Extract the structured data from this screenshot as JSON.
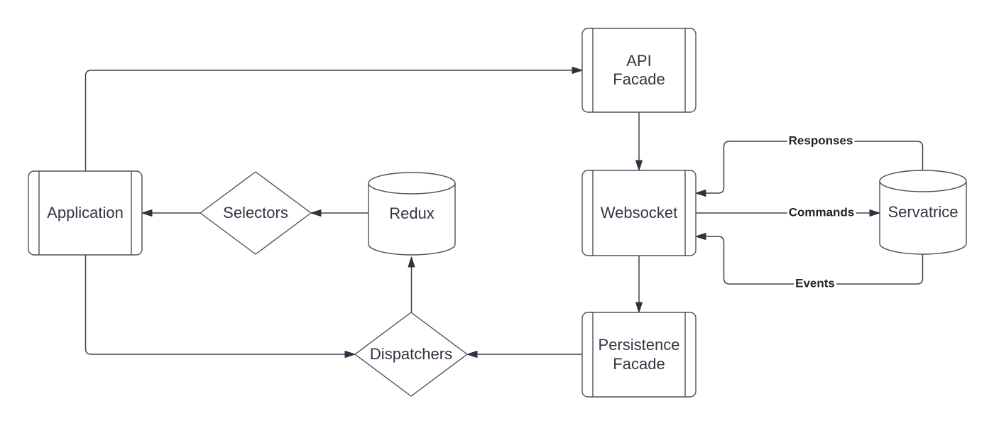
{
  "diagram": {
    "type": "flowchart",
    "colors": {
      "background": "#ffffff",
      "shape_fill": "#ffffff",
      "shape_stroke": "#4a525c",
      "edge_stroke": "#3c444f",
      "arrowhead": "#2c343f",
      "node_text": "#2f3742",
      "edge_label_text": "#20262e"
    },
    "nodes": {
      "application": {
        "label": "Application",
        "type": "process"
      },
      "selectors": {
        "label": "Selectors",
        "type": "decision"
      },
      "redux": {
        "label": "Redux",
        "type": "database"
      },
      "api_facade": {
        "label": "API\nFacade",
        "type": "process"
      },
      "websocket": {
        "label": "Websocket",
        "type": "process"
      },
      "servatrice": {
        "label": "Servatrice",
        "type": "database"
      },
      "persistence_facade": {
        "label": "Persistence\nFacade",
        "type": "process"
      },
      "dispatchers": {
        "label": "Dispatchers",
        "type": "decision"
      }
    },
    "edge_labels": {
      "responses": "Responses",
      "commands": "Commands",
      "events": "Events"
    },
    "edges": [
      {
        "from": "application",
        "to": "api_facade",
        "label": ""
      },
      {
        "from": "api_facade",
        "to": "websocket",
        "label": ""
      },
      {
        "from": "websocket",
        "to": "persistence_facade",
        "label": ""
      },
      {
        "from": "persistence_facade",
        "to": "dispatchers",
        "label": ""
      },
      {
        "from": "dispatchers",
        "to": "redux",
        "label": ""
      },
      {
        "from": "redux",
        "to": "selectors",
        "label": ""
      },
      {
        "from": "selectors",
        "to": "application",
        "label": ""
      },
      {
        "from": "application",
        "to": "dispatchers",
        "label": ""
      },
      {
        "from": "servatrice",
        "to": "websocket",
        "label": "Responses"
      },
      {
        "from": "websocket",
        "to": "servatrice",
        "label": "Commands"
      },
      {
        "from": "servatrice",
        "to": "websocket",
        "label": "Events"
      }
    ]
  }
}
